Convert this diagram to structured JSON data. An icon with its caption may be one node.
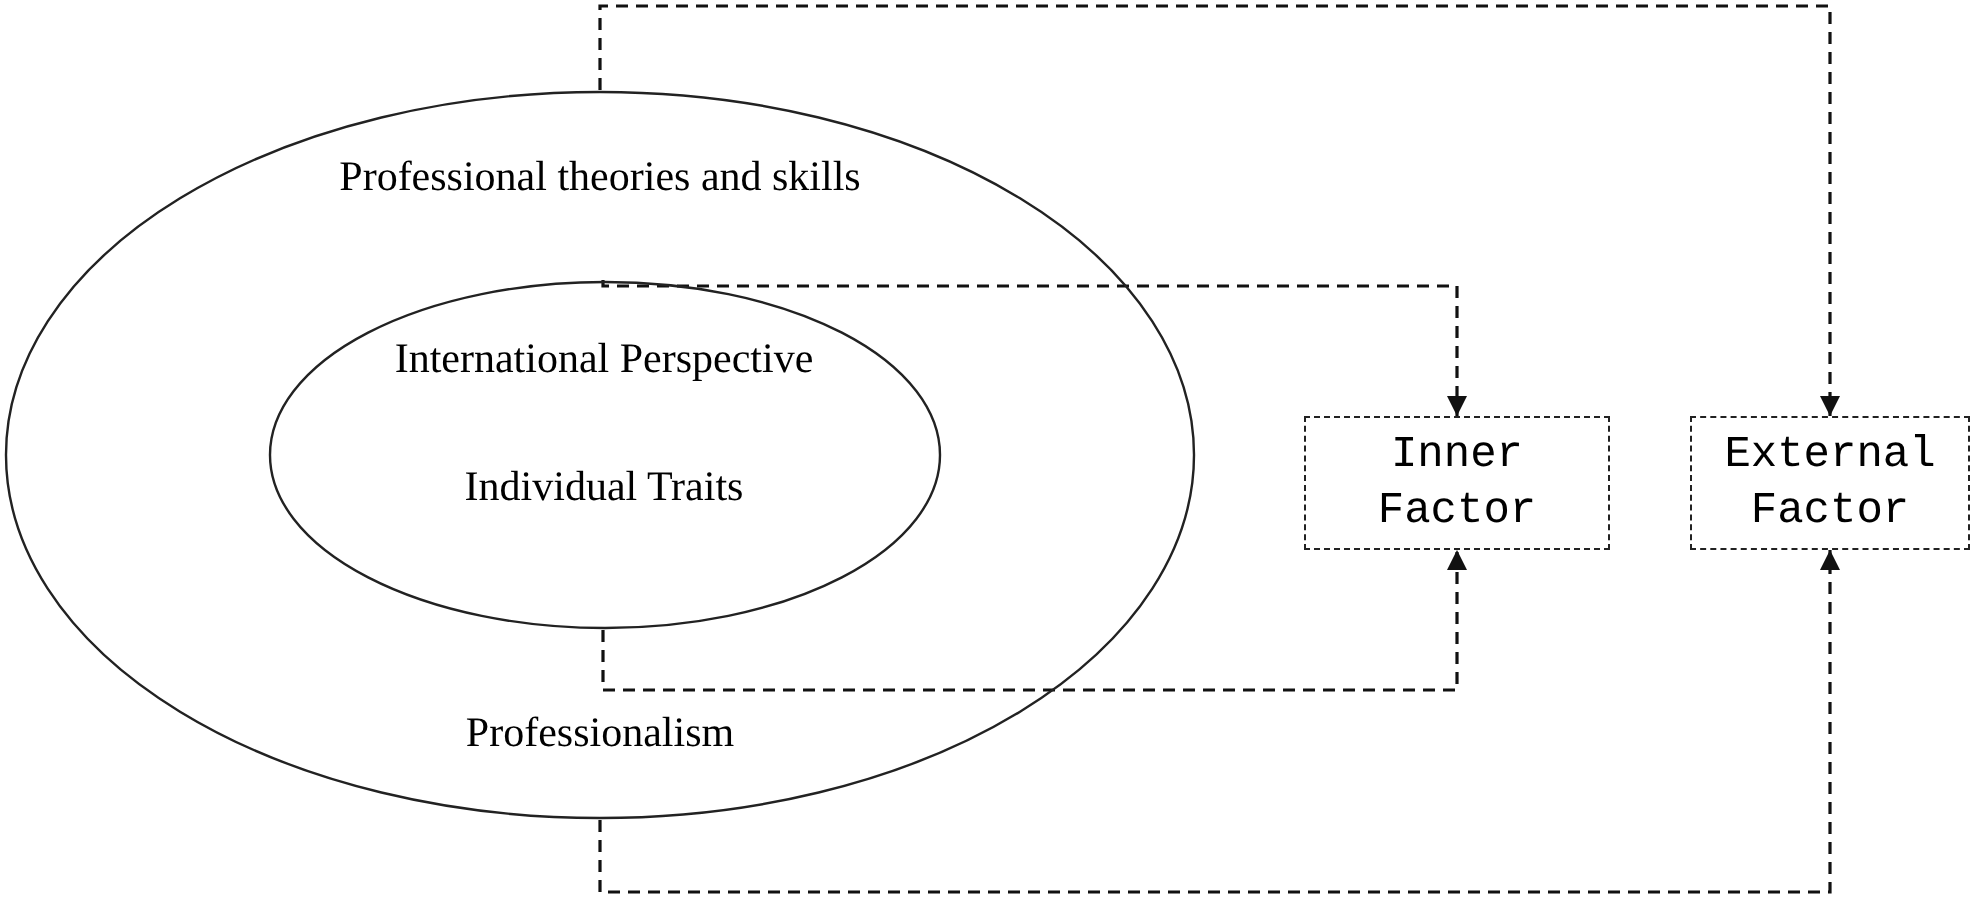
{
  "diagram": {
    "nodes": [
      {
        "text": [
          "Professional theories and skills",
          "Professionalism"
        ]
      },
      {
        "text": [
          "International Perspective",
          "Individual Traits"
        ],
        "in": 0
      },
      {
        "text": [
          "Inner Factor"
        ]
      },
      {
        "text": [
          "External Factor"
        ]
      }
    ],
    "edges": [
      {
        "from": 0,
        "to": 3,
        "arrow": "to",
        "style": "dashed"
      },
      {
        "from": 1,
        "to": 2,
        "arrow": "to",
        "style": "dashed"
      },
      {
        "from": 1,
        "to": 2,
        "arrow": "to",
        "style": "dashed"
      },
      {
        "from": 0,
        "to": 3,
        "arrow": "to",
        "style": "dashed"
      }
    ]
  }
}
